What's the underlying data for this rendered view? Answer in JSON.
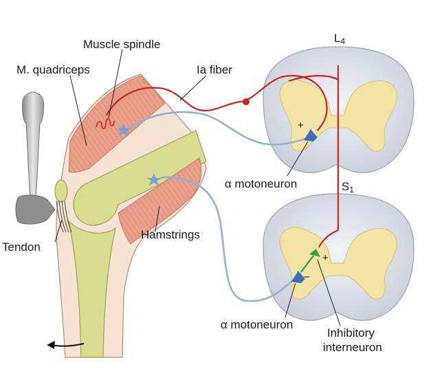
{
  "labels": {
    "muscle_spindle": "Muscle spindle",
    "quadriceps": "M. quadriceps",
    "ia_fiber": "Ia fiber",
    "l4_letter": "L",
    "l4_sub": "4",
    "s1_letter": "S",
    "s1_sub": "1",
    "alpha_motoneuron_top": "α motoneuron",
    "hamstrings": "Hamstrings",
    "tendon": "Tendon",
    "alpha_motoneuron_bottom": "α motoneuron",
    "inhibitory_line1": "Inhibitory",
    "inhibitory_line2": "interneuron"
  },
  "signs": {
    "excite_top": "+",
    "excite_bottom": "+",
    "inhibit_bottom": "−"
  },
  "colors": {
    "afferent": "#cc2222",
    "efferent": "#8fb0e0",
    "inhibitory": "#3aa03a",
    "muscle": "#e9a08a",
    "bone": "#d7dc8e",
    "skin": "#f7e3d3",
    "gray_matter": "#f3e4a6",
    "cord": "#d8dde6"
  }
}
